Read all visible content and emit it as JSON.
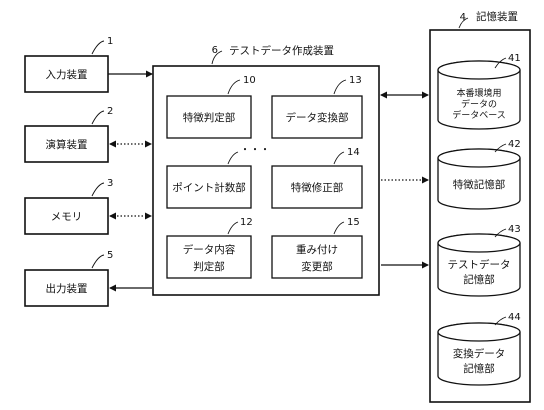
{
  "figure": {
    "left_boxes": [
      {
        "id": "input",
        "label": "入力装置",
        "ref": "1"
      },
      {
        "id": "calc",
        "label": "演算装置",
        "ref": "2"
      },
      {
        "id": "memory",
        "label": "メモリ",
        "ref": "3"
      },
      {
        "id": "output",
        "label": "出力装置",
        "ref": "5"
      }
    ],
    "main_device": {
      "ref": "6",
      "title": "テストデータ作成装置",
      "modules": [
        {
          "id": "feature-judge",
          "label": "特徴判定部",
          "ref": "10"
        },
        {
          "id": "data-convert",
          "label": "データ変換部",
          "ref": "13"
        },
        {
          "id": "point-calc",
          "label": "ポイント計数部",
          "ref": "・・・"
        },
        {
          "id": "feature-fix",
          "label": "特徴修正部",
          "ref": "14"
        },
        {
          "id": "content-judge",
          "label_lines": [
            "データ内容",
            "判定部"
          ],
          "ref": "12"
        },
        {
          "id": "weight-change",
          "label_lines": [
            "重み付け",
            "変更部"
          ],
          "ref": "15"
        }
      ]
    },
    "storage": {
      "ref": "4",
      "title": "記憶装置",
      "databases": [
        {
          "id": "db-source",
          "label_lines": [
            "本番環境用",
            "データの",
            "データベース"
          ],
          "ref": "41"
        },
        {
          "id": "db-feature",
          "label_lines": [
            "特徴記憶部"
          ],
          "ref": "42"
        },
        {
          "id": "db-test",
          "label_lines": [
            "テストデータ",
            "記憶部"
          ],
          "ref": "43"
        },
        {
          "id": "db-convert",
          "label_lines": [
            "変換データ",
            "記憶部"
          ],
          "ref": "44"
        }
      ]
    }
  }
}
